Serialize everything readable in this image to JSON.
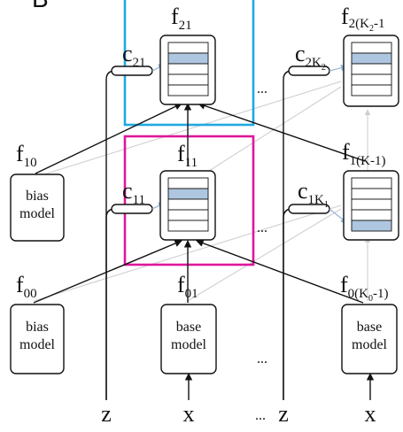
{
  "panel_letter": "B",
  "colors": {
    "highlight_box_top": "#1ea9e1",
    "highlight_box_bottom": "#e0169b",
    "selected_row": "#aec6e0",
    "context_arrow": "#9bb6d8",
    "faded_edge": "#cfcfcf"
  },
  "inputs": {
    "z1": "z",
    "x1": "x",
    "dots": "...",
    "z2": "z",
    "x2": "x"
  },
  "level0": {
    "bias_label": "f",
    "bias_sub": "00",
    "bias_model": [
      "bias",
      "model"
    ],
    "base_label": "f",
    "base_sub": "01",
    "base_model": [
      "base",
      "model"
    ],
    "dots": "...",
    "last_label": "f",
    "last_sub": "0(K",
    "last_sub_k": "0",
    "last_sub_end": "-1)",
    "last_model": [
      "base",
      "model"
    ]
  },
  "level1": {
    "bias_label": "f",
    "bias_sub": "10",
    "bias_model": [
      "bias",
      "model"
    ],
    "ctx_label": "c",
    "ctx_sub": "11",
    "exp_label": "f",
    "exp_sub": "11",
    "dots": "...",
    "ctx_last_label": "c",
    "ctx_last_sub": "1K",
    "ctx_last_sub_k": "1",
    "exp_last_label": "f",
    "exp_last_sub": "1(K",
    "exp_last_sub_end": "-1)"
  },
  "level2": {
    "ctx_label": "c",
    "ctx_sub": "21",
    "exp_label": "f",
    "exp_sub": "21",
    "dots": "...",
    "ctx_last_label": "c",
    "ctx_last_sub": "2K",
    "ctx_last_sub_k": "2",
    "exp_last_label": "f",
    "exp_last_sub": "2(K",
    "exp_last_sub_k": "2",
    "exp_last_sub_end": "-1"
  }
}
